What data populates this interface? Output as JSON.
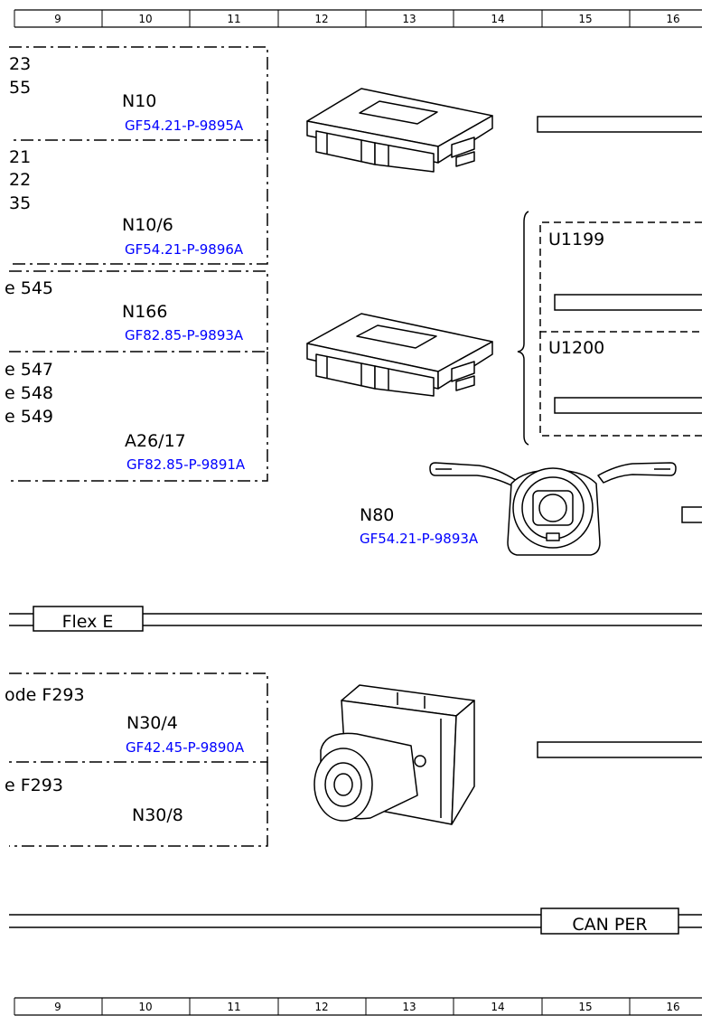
{
  "ruler": {
    "columns": [
      "9",
      "10",
      "11",
      "12",
      "13",
      "14",
      "15",
      "16"
    ]
  },
  "groups": [
    {
      "id": "n10",
      "text_lines": [
        "23",
        "55"
      ],
      "component": "N10",
      "doc_link": "GF54.21-P-9895A"
    },
    {
      "id": "n10-6",
      "text_lines": [
        "21",
        "22",
        "35"
      ],
      "component": "N10/6",
      "doc_link": "GF54.21-P-9896A"
    },
    {
      "id": "n166",
      "text_lines": [
        "e 545"
      ],
      "component": "N166",
      "doc_link": "GF82.85-P-9893A"
    },
    {
      "id": "a26-17",
      "text_lines": [
        "e 547",
        "e 548",
        "e 549"
      ],
      "component": "A26/17",
      "doc_link": "GF82.85-P-9891A"
    },
    {
      "id": "n30-4",
      "text_lines": [
        "ode F293"
      ],
      "component": "N30/4",
      "doc_link": "GF42.45-P-9890A"
    },
    {
      "id": "n30-8",
      "text_lines": [
        "e F293"
      ],
      "component": "N30/8",
      "doc_link": ""
    }
  ],
  "n80": {
    "component": "N80",
    "doc_link": "GF54.21-P-9893A"
  },
  "variants": [
    "U1199",
    "U1200"
  ],
  "buses": {
    "flex_e": "Flex E",
    "can_per": "CAN PER"
  },
  "icons": [
    "control-unit-icon",
    "steering-column-module-icon",
    "abs-hydraulic-unit-icon"
  ],
  "colors": {
    "link": "#0000ff",
    "line": "#000000",
    "background": "#ffffff"
  }
}
